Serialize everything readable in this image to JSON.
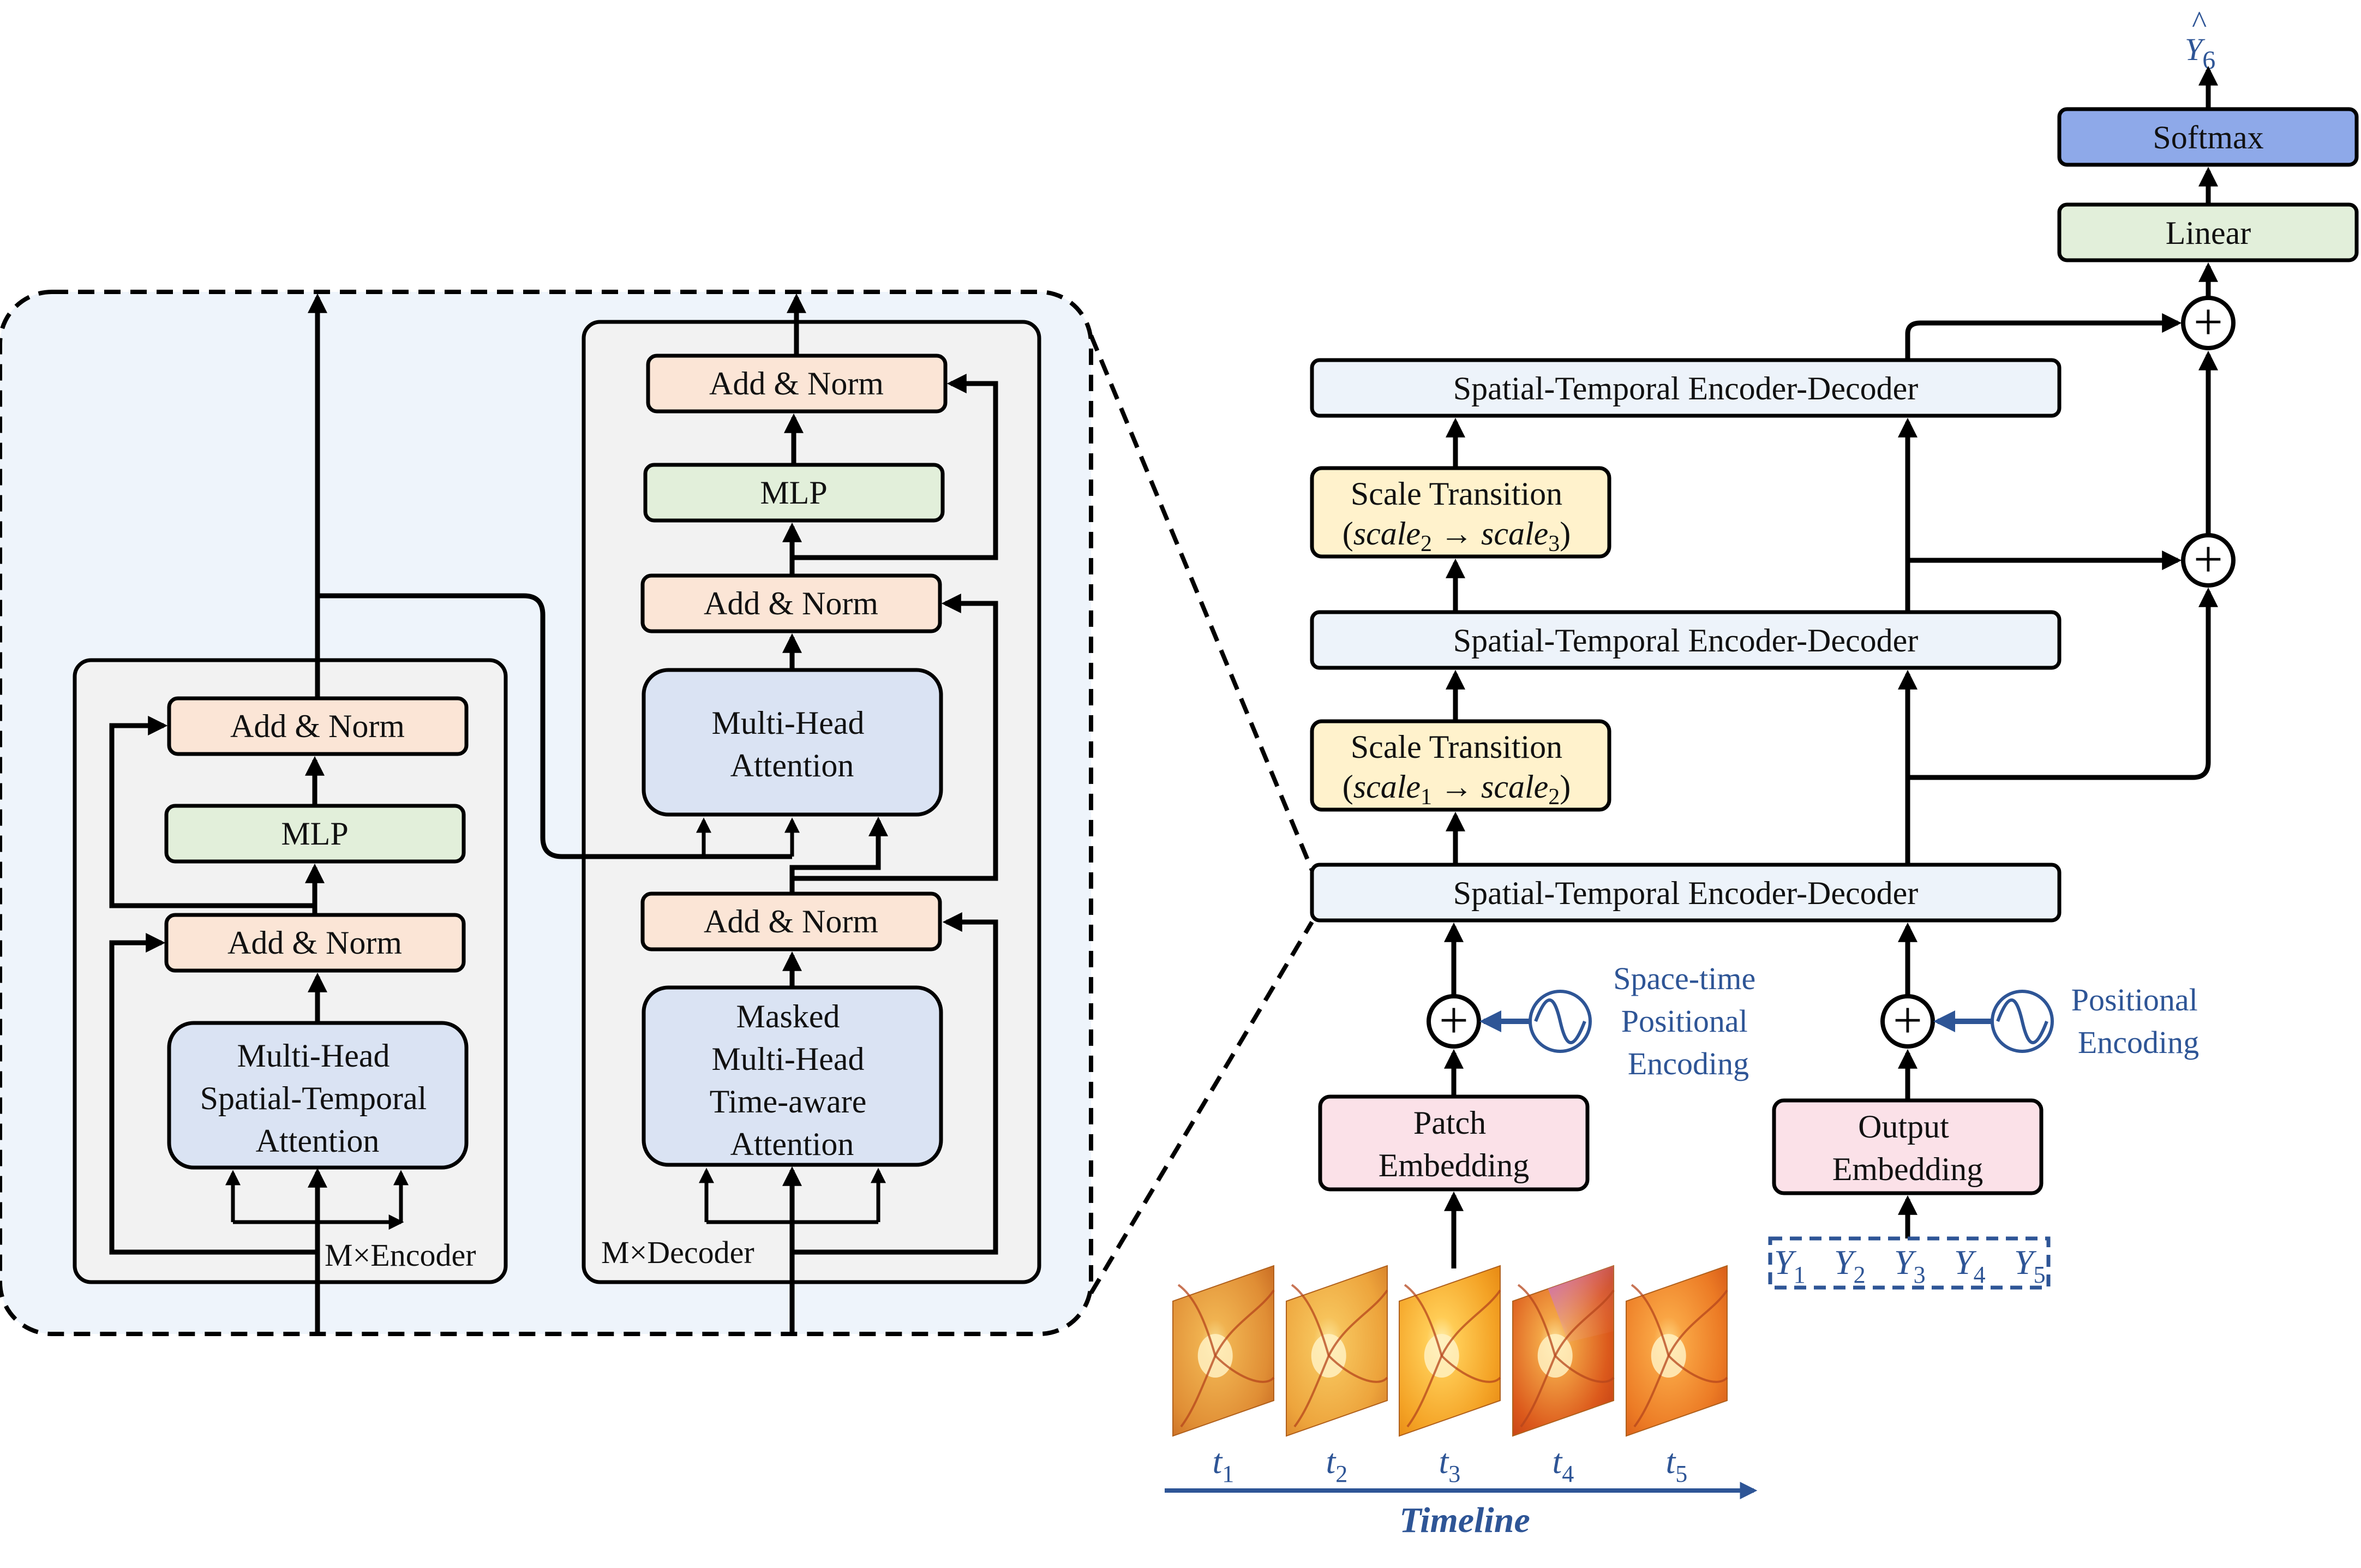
{
  "colors": {
    "add_norm": "#fbe5d6",
    "mlp": "#e2efda",
    "attention": "#dae3f3",
    "enc_dec": "#edf3fa",
    "scale_transition": "#fff2cc",
    "embedding": "#fbe1e8",
    "softmax": "#8ea9e9",
    "linear": "#e2efda",
    "inset_background": "#eef4fb",
    "container_background": "#f2f2f2",
    "label_blue": "#2e5596"
  },
  "encoder": {
    "container_label": "M×Encoder",
    "add_norm_top": "Add & Norm",
    "mlp": "MLP",
    "add_norm_bottom": "Add & Norm",
    "attention": [
      "Multi-Head",
      "Spatial-Temporal",
      "Attention"
    ]
  },
  "decoder": {
    "container_label": "M×Decoder",
    "add_norm_top": "Add & Norm",
    "mlp": "MLP",
    "add_norm_middle": "Add & Norm",
    "attention": [
      "Multi-Head",
      "Attention"
    ],
    "add_norm_bottom": "Add & Norm",
    "masked_attention": [
      "Masked",
      "Multi-Head",
      "Time-aware",
      "Attention"
    ]
  },
  "pipeline": {
    "output": {
      "base": "Y",
      "sub": "6",
      "hat": "^"
    },
    "softmax": "Softmax",
    "linear": "Linear",
    "enc_dec_top": "Spatial-Temporal Encoder-Decoder",
    "enc_dec_middle": "Spatial-Temporal Encoder-Decoder",
    "enc_dec_bottom": "Spatial-Temporal Encoder-Decoder",
    "scale_transition_top": {
      "title": "Scale Transition",
      "from": "scale",
      "from_sub": "2",
      "arrow": "→",
      "to": "scale",
      "to_sub": "3"
    },
    "scale_transition_bottom": {
      "title": "Scale Transition",
      "from": "scale",
      "from_sub": "1",
      "arrow": "→",
      "to": "scale",
      "to_sub": "2"
    },
    "plus_symbol": "+",
    "space_time_encoding": [
      "Space-time",
      "Positional",
      "Encoding"
    ],
    "positional_encoding": [
      "Positional",
      "Encoding"
    ],
    "patch_embedding": [
      "Patch",
      "Embedding"
    ],
    "output_embedding": [
      "Output",
      "Embedding"
    ],
    "inputs": [
      {
        "base": "Y",
        "sub": "1"
      },
      {
        "base": "Y",
        "sub": "2"
      },
      {
        "base": "Y",
        "sub": "3"
      },
      {
        "base": "Y",
        "sub": "4"
      },
      {
        "base": "Y",
        "sub": "5"
      }
    ]
  },
  "timeline": {
    "label": "Timeline",
    "frames": [
      {
        "base": "t",
        "sub": "1"
      },
      {
        "base": "t",
        "sub": "2"
      },
      {
        "base": "t",
        "sub": "3"
      },
      {
        "base": "t",
        "sub": "4"
      },
      {
        "base": "t",
        "sub": "5"
      }
    ]
  }
}
